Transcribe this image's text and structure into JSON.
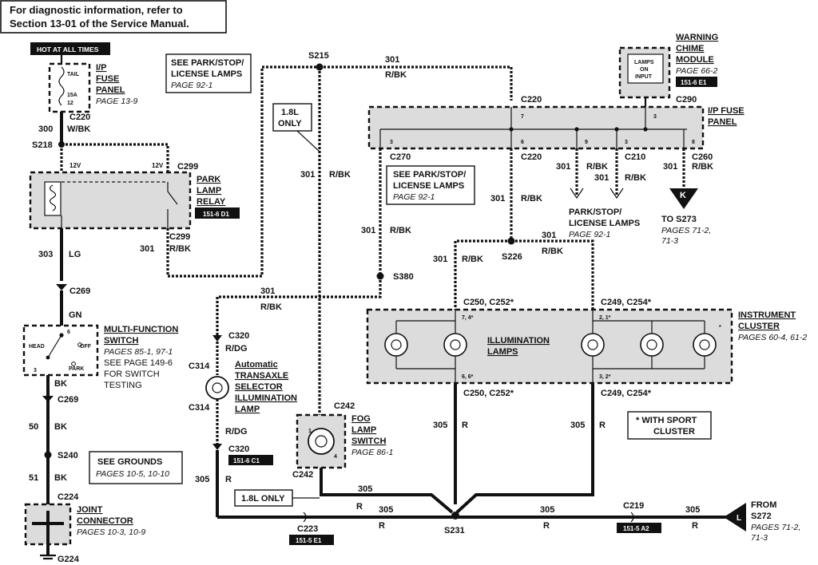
{
  "header_note": [
    "For diagnostic information, refer to",
    "Section 13-01 of the Service Manual."
  ],
  "hot_at_all_times": "HOT AT ALL TIMES",
  "fuse_panel_ip": {
    "title": [
      "I/P",
      "FUSE",
      "PANEL"
    ],
    "page": "PAGE 13-9",
    "fuse_label": "TAIL",
    "fuse_amp": "15A",
    "fuse_num": "12"
  },
  "connectors": {
    "c220_top": "C220",
    "c299_top": "C299",
    "c299_bot": "C299",
    "c269_top": "C269",
    "c269_bot": "C269",
    "c224": "C224",
    "c320_top": "C320",
    "c320_bot": "C320",
    "c314_top": "C314",
    "c314_bot": "C314",
    "c242_top": "C242",
    "c242_bot": "C242",
    "c223": "C223",
    "c219": "C219",
    "c220_a": "C220",
    "c220_b": "C220",
    "c270": "C270",
    "c210": "C210",
    "c260": "C260",
    "c290": "C290",
    "c250_top": "C250, C252*",
    "c249_top": "C249, C254*",
    "c250_bot": "C250, C252*",
    "c249_bot": "C249, C254*"
  },
  "splices": {
    "s218": "S218",
    "s215": "S215",
    "s380": "S380",
    "s226": "S226",
    "s240": "S240",
    "s231": "S231",
    "g224": "G224"
  },
  "wires": {
    "w300": "300",
    "wbk": "W/BK",
    "w303": "303",
    "lg": "LG",
    "gn": "GN",
    "bk1": "BK",
    "w50": "50",
    "bk2": "BK",
    "w51": "51",
    "bk3": "BK",
    "w301": "301",
    "rbk": "R/BK",
    "w305": "305",
    "r": "R",
    "rdg": "R/DG",
    "v12": "12V"
  },
  "park_lamp_relay": {
    "title": [
      "PARK",
      "LAMP",
      "RELAY"
    ],
    "badge": "151-6 D1"
  },
  "see_park_1": {
    "lines": [
      "SEE PARK/STOP/",
      "LICENSE LAMPS"
    ],
    "page": "PAGE 92-1"
  },
  "see_park_2": {
    "lines": [
      "SEE PARK/STOP/",
      "LICENSE LAMPS"
    ],
    "page": "PAGE 92-1"
  },
  "only_18l_box": [
    "1.8L",
    "ONLY"
  ],
  "only_18l_bottom": "1.8L ONLY",
  "warning_chime": {
    "title": [
      "WARNING",
      "CHIME",
      "MODULE"
    ],
    "page": "PAGE 66-2",
    "inner": [
      "LAMPS",
      "ON",
      "INPUT"
    ],
    "badge": "151-6 E1"
  },
  "ip_fuse_panel": {
    "title": [
      "I/P FUSE",
      "PANEL"
    ]
  },
  "fuse_pins": {
    "p7": "7",
    "p3a": "3",
    "p6": "6",
    "p9": "9",
    "p3b": "3",
    "p8": "8",
    "p3c": "3"
  },
  "park_stop_license": {
    "lines": [
      "PARK/STOP/",
      "LICENSE LAMPS"
    ],
    "page": "PAGE 92-1"
  },
  "to_s273": {
    "title": "TO S273",
    "pages": [
      "PAGES 71-2,",
      "71-3"
    ],
    "letter": "K"
  },
  "multi_function": {
    "title": [
      "MULTI-FUNCTION",
      "SWITCH"
    ],
    "pages": "PAGES 85-1, 97-1",
    "see": [
      "SEE PAGE 149-6",
      "FOR SWITCH",
      "TESTING"
    ],
    "head": "HEAD",
    "off": "OFF",
    "park": "PARK",
    "pin6": "6",
    "pin3": "3"
  },
  "see_grounds": {
    "title": "SEE GROUNDS",
    "pages": "PAGES 10-5, 10-10"
  },
  "joint_connector": {
    "title": [
      "JOINT",
      "CONNECTOR"
    ],
    "pages": "PAGES 10-3, 10-9"
  },
  "auto_transaxle": {
    "title": [
      "Automatic",
      "TRANSAXLE",
      "SELECTOR",
      "ILLUMINATION",
      "LAMP"
    ],
    "badge": "151-6 C1"
  },
  "fog_lamp_switch": {
    "title": [
      "FOG",
      "LAMP",
      "SWITCH"
    ],
    "page": "PAGE 86-1",
    "pin1": "1",
    "pin4": "4"
  },
  "instrument_cluster": {
    "title": [
      "INSTRUMENT",
      "CLUSTER"
    ],
    "pages": "PAGES 60-4, 61-2",
    "lamps": [
      "ILLUMINATION",
      "LAMPS"
    ],
    "pins_top_l": "7, 4*",
    "pins_top_r": "2, 1*",
    "pins_bot_l": "6, 6*",
    "pins_bot_r": "3, 2*",
    "star": "*"
  },
  "sport_note": [
    "* WITH SPORT",
    "CLUSTER"
  ],
  "from_s272": {
    "title": [
      "FROM",
      "S272"
    ],
    "pages": [
      "PAGES 71-2,",
      "71-3"
    ],
    "letter": "L"
  },
  "badges": {
    "c223": "151-5 E1",
    "c219": "151-5 A2"
  }
}
